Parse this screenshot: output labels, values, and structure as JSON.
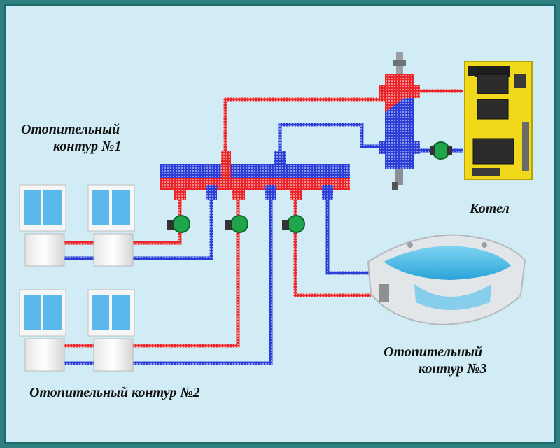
{
  "labels": {
    "circuit1_line1": "Отопительный",
    "circuit1_line2": "контур №1",
    "circuit2": "Отопительный контур №2",
    "circuit3_line1": "Отопительный",
    "circuit3_line2": "контур №3",
    "boiler": "Котел"
  },
  "colors": {
    "hot_pipe": "#e8262b",
    "cold_pipe": "#2b3fd6",
    "pump": "#1fa64a",
    "boiler_body": "#f0d81a",
    "background": "#d2ecf5",
    "border": "#2f7f7f"
  }
}
